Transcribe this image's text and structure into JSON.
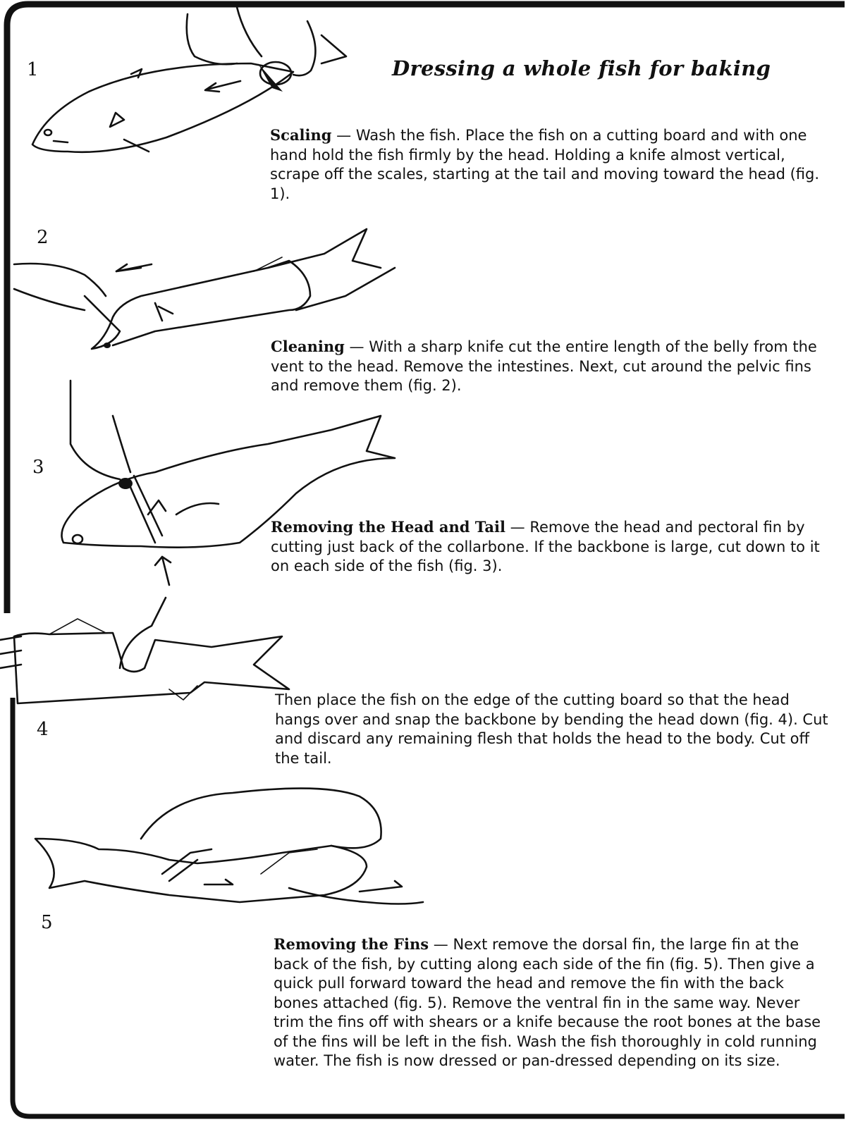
{
  "title": "Dressing a whole fish for baking",
  "figures": [
    {
      "label": "1"
    },
    {
      "label": "2"
    },
    {
      "label": "3"
    },
    {
      "label": "4"
    },
    {
      "label": "5"
    }
  ],
  "steps": [
    {
      "heading": "Scaling",
      "text": " — Wash the fish. Place the fish on a cutting board and with one hand hold the fish firmly by the head. Holding a knife almost vertical, scrape off the scales, starting at the tail and moving toward the head (fig. 1)."
    },
    {
      "heading": "Cleaning",
      "text": " — With a sharp knife cut the entire length of the belly from the vent to the head. Remove the intestines. Next, cut around the pelvic fins and remove them (fig. 2)."
    },
    {
      "heading": "Removing the Head and Tail",
      "text": " — Remove the head and pectoral fin by cutting just back of the collarbone. If the backbone is large, cut down to it on each side of the fish (fig. 3)."
    },
    {
      "heading": "",
      "text": "Then place the fish on the edge of the cutting board so that the head hangs over and snap the backbone by bending the head down (fig. 4). Cut and discard any remaining flesh that holds the head to the body. Cut off the tail."
    },
    {
      "heading": "Removing the Fins",
      "text": " — Next remove the dorsal fin, the large fin at the back of the fish, by cutting along each side of the fin (fig. 5). Then give a quick pull forward toward the head and remove the fin with the back bones attached (fig. 5). Remove the ventral fin in the same way. Never trim the fins off with shears or a knife because the root bones at the base of the fins will be left in the fish. Wash the fish thoroughly in cold running water. The fish is now dressed or pan-dressed depending on its size."
    }
  ]
}
